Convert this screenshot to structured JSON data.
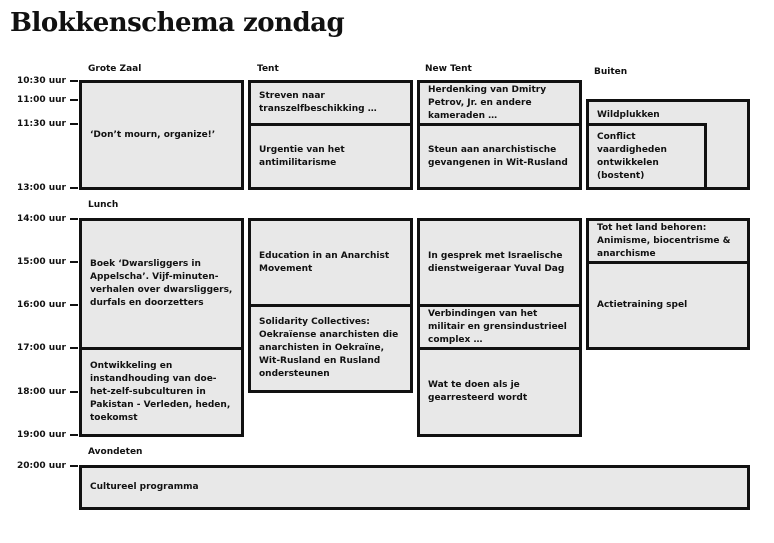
{
  "title": "Blokkenschema zondag",
  "columns": [
    "Grote Zaal",
    "Tent",
    "New Tent",
    "Buiten"
  ],
  "sections": {
    "lunch": "Lunch",
    "avondeten": "Avondeten"
  },
  "times": [
    "10:30 uur",
    "11:00 uur",
    "11:30 uur",
    "13:00 uur",
    "14:00 uur",
    "15:00 uur",
    "16:00 uur",
    "17:00 uur",
    "18:00 uur",
    "19:00 uur",
    "20:00 uur"
  ],
  "sessions": {
    "grote_zaal_1": "‘Don’t mourn, organize!’",
    "grote_zaal_2": "Boek ‘Dwarsliggers in Appelscha’. Vijf-minuten-verhalen over dwarsliggers, durfals en doorzetters",
    "grote_zaal_3": "Ontwikkeling en instandhouding van doe-het-zelf-subculturen in Pakistan - Verleden, heden, toekomst",
    "tent_1": "Streven naar transzelfbeschikking …",
    "tent_2": "Urgentie van het antimilitarisme",
    "tent_3": "Education in an Anarchist Movement",
    "tent_4": "Solidarity Collectives: Oekraïense anarchisten die anarchisten in Oekraïne, Wit-Rusland en Rusland ondersteunen",
    "new_tent_1": "Herdenking van Dmitry Petrov, Jr. en andere kameraden …",
    "new_tent_2": "Steun aan anarchistische gevangenen in Wit-Rusland",
    "new_tent_3": "In gesprek met Israelische dienstweigeraar Yuval Dag",
    "new_tent_4": "Verbindingen van het militair en grensindustrieel complex …",
    "new_tent_5": "Wat te doen als je gearresteerd wordt",
    "buiten_1": "Wildplukken",
    "buiten_2": "Conflict vaardigheden ontwikkelen (bostent)",
    "buiten_3": "Tot het land behoren: Animisme, biocentrisme & anarchisme",
    "buiten_4": "Actietraining spel",
    "avond_1": "Cultureel programma"
  }
}
